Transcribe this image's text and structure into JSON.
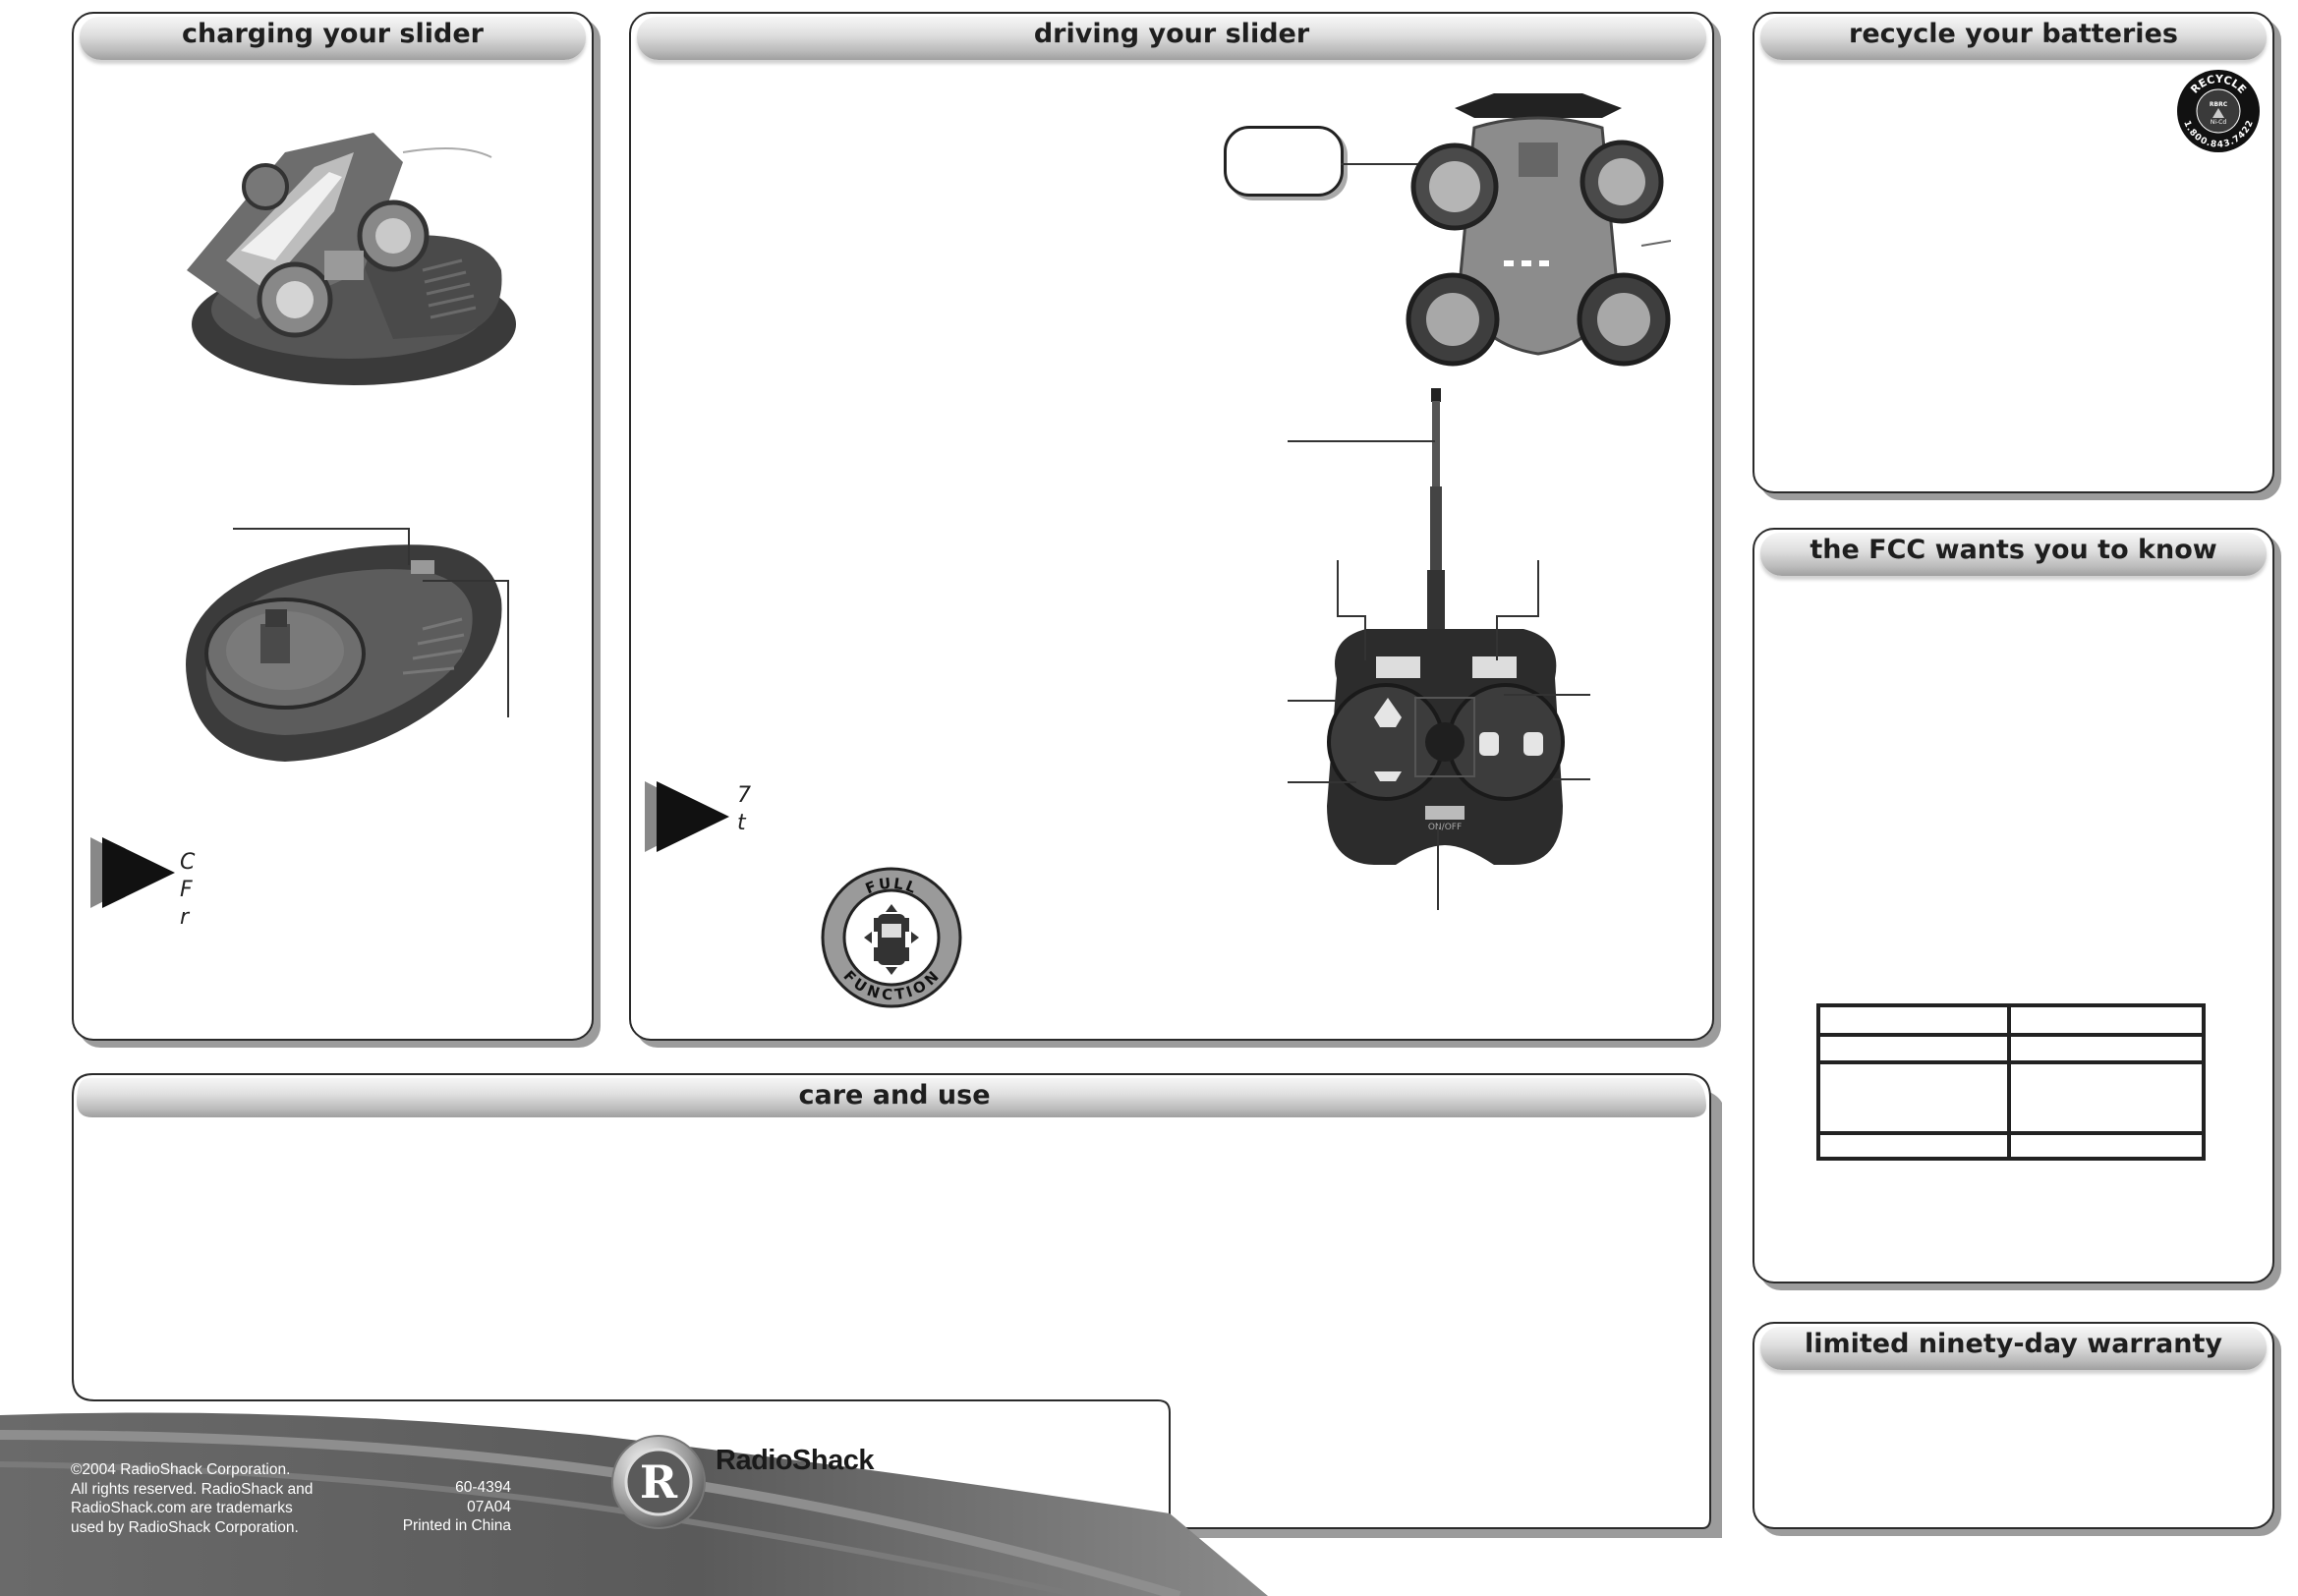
{
  "panels": {
    "charging": {
      "title": "charging your slider",
      "stub_text": [
        "C",
        "F",
        "r"
      ]
    },
    "driving": {
      "title": "driving your slider",
      "stub_text": [
        "7",
        "t"
      ],
      "badge_top": "FULL",
      "badge_bottom": "FUNCTION"
    },
    "recycle": {
      "title": "recycle your batteries",
      "seal_text": "RECYCLE",
      "seal_small": "RBRC",
      "seal_chem": "Ni-Cd",
      "seal_phone": "1.800.843.7422"
    },
    "fcc": {
      "title": "the FCC wants you to know"
    },
    "care": {
      "title": "care and use"
    },
    "warranty": {
      "title": "limited ninety-day warranty"
    }
  },
  "remote": {
    "switch_label": "ON/OFF"
  },
  "footer": {
    "copyright_lines": [
      "©2004 RadioShack Corporation.",
      "All rights reserved. RadioShack and",
      "RadioShack.com are trademarks",
      "used by RadioShack Corporation."
    ],
    "catalog_lines": [
      "60-4394",
      "07A04",
      "Printed in China"
    ],
    "brand": "RadioShack",
    "logo_letter": "R"
  },
  "colors": {
    "panel_border": "#2a2a2a",
    "tab_gradient_top": "#f6f6f6",
    "tab_gradient_bottom": "#9f9f9f",
    "footer_band": "#5a5a5a"
  }
}
